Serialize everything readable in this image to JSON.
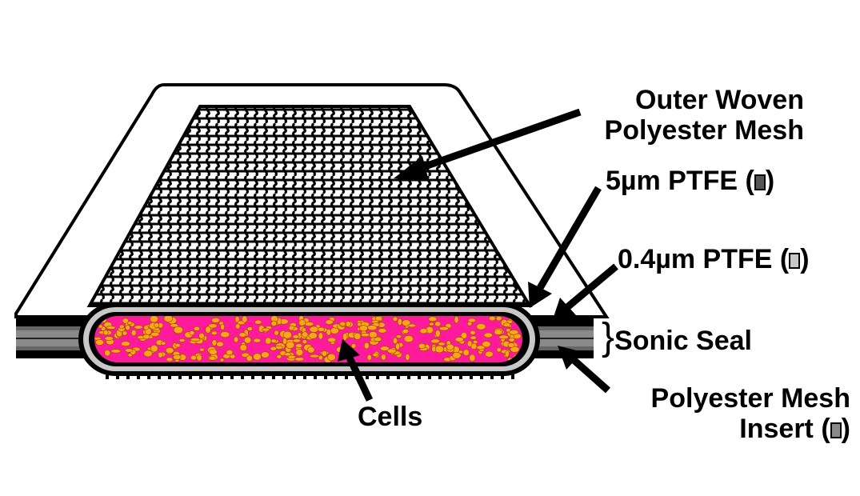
{
  "labels": {
    "outer_mesh_line1": "Outer Woven",
    "outer_mesh_line2": "Polyester Mesh",
    "ptfe_5_text": "5µm PTFE",
    "ptfe_04_text": "0.4µm PTFE",
    "sonic_seal": "Sonic Seal",
    "insert_line1": "Polyester Mesh",
    "insert_line2": "Insert",
    "cells": "Cells",
    "brace": "}"
  },
  "colors": {
    "cell_fill": "#ff1a9c",
    "cell_particles": "#ffa31a",
    "ptfe_5": "#555555",
    "ptfe_04": "#c8c8c8",
    "mesh_insert": "#8a8a8a",
    "mesh_weave": "#000000",
    "outline": "#000000"
  },
  "icons": {
    "brace": "right-curly-brace",
    "arrows": "black-callout-arrow"
  }
}
